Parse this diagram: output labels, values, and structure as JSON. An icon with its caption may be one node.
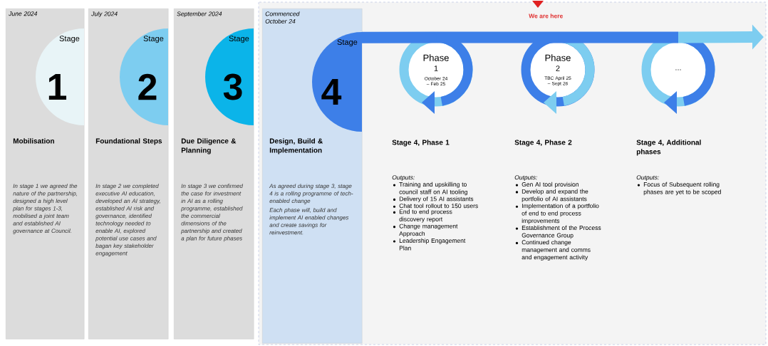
{
  "diagram": {
    "nodes": [
      {
        "text": [
          "June 2024",
          "Mobilisation",
          "In stage 1 we agreed the nature of the partnership, designed a high level plan for stages 1-3, mobilised a joint team and established AI governance at Council."
        ]
      },
      {
        "text": [
          "Stage",
          "1"
        ],
        "in": 0
      },
      {
        "text": [
          "July 2024",
          "Foundational Steps",
          "In stage 2 we completed executive AI education, developed an AI strategy, established AI risk and governance, identified technology needed to enable AI, explored potential use cases and bagan key stakeholder engagement"
        ]
      },
      {
        "text": [
          "Stage",
          "2"
        ],
        "in": 2
      },
      {
        "text": [
          "September 2024",
          "Due Diligence & Planning",
          "In stage 3 we confirmed the case for investment in AI as a rolling programme, established the commercial dimensions of the partnership and created a plan for future phases"
        ]
      },
      {
        "text": [
          "Stage",
          "3"
        ],
        "in": 4
      },
      {
        "text": [
          "Commenced October 24",
          "Design, Build & Implementation",
          "As agreed during stage 3, stage 4 is a rolling programme of tech-enabled change",
          "Each phase will, build and implement AI enabled changes and create savings for reinvestment."
        ]
      },
      {
        "text": [
          "Stage",
          "4"
        ],
        "in": 6
      },
      {
        "text": [
          "Phase",
          "1",
          "October 24 – Feb 25"
        ]
      },
      {
        "text": [
          "Phase",
          "2",
          "TBC April 25 – Sept 26"
        ]
      },
      {
        "text": [
          "..."
        ]
      }
    ],
    "edges": [
      {
        "from": 7,
        "to": 8,
        "arrow": "none"
      },
      {
        "from": 8,
        "to": 9,
        "arrow": "none"
      },
      {
        "from": 9,
        "to": 10,
        "arrow": "none"
      },
      {
        "from": 10,
        "to": null,
        "arrow": "to",
        "color": "#7dcdf0"
      }
    ],
    "labels": [
      "We are here",
      "Stage 4, Phase 1",
      "Outputs:",
      "Training and upskilling to council staff on AI tooling",
      "Delivery of 15 AI assistants",
      "Chat tool rollout to 150 users",
      "End to end process discovery report",
      "Change management Approach",
      "Leadership Engagement Plan",
      "Stage 4, Phase 2",
      "Outputs:",
      "Gen AI tool provision",
      "Develop and expand the portfolio of AI assistants",
      "Implementation of a portfolio of end to end process improvements",
      "Establishment of the Process Governance Group",
      "Continued change management and comms and engagement activity",
      "Stage 4, Additional phases",
      "Outputs:",
      "Focus of Subsequent rolling phases are yet to be scoped"
    ]
  }
}
